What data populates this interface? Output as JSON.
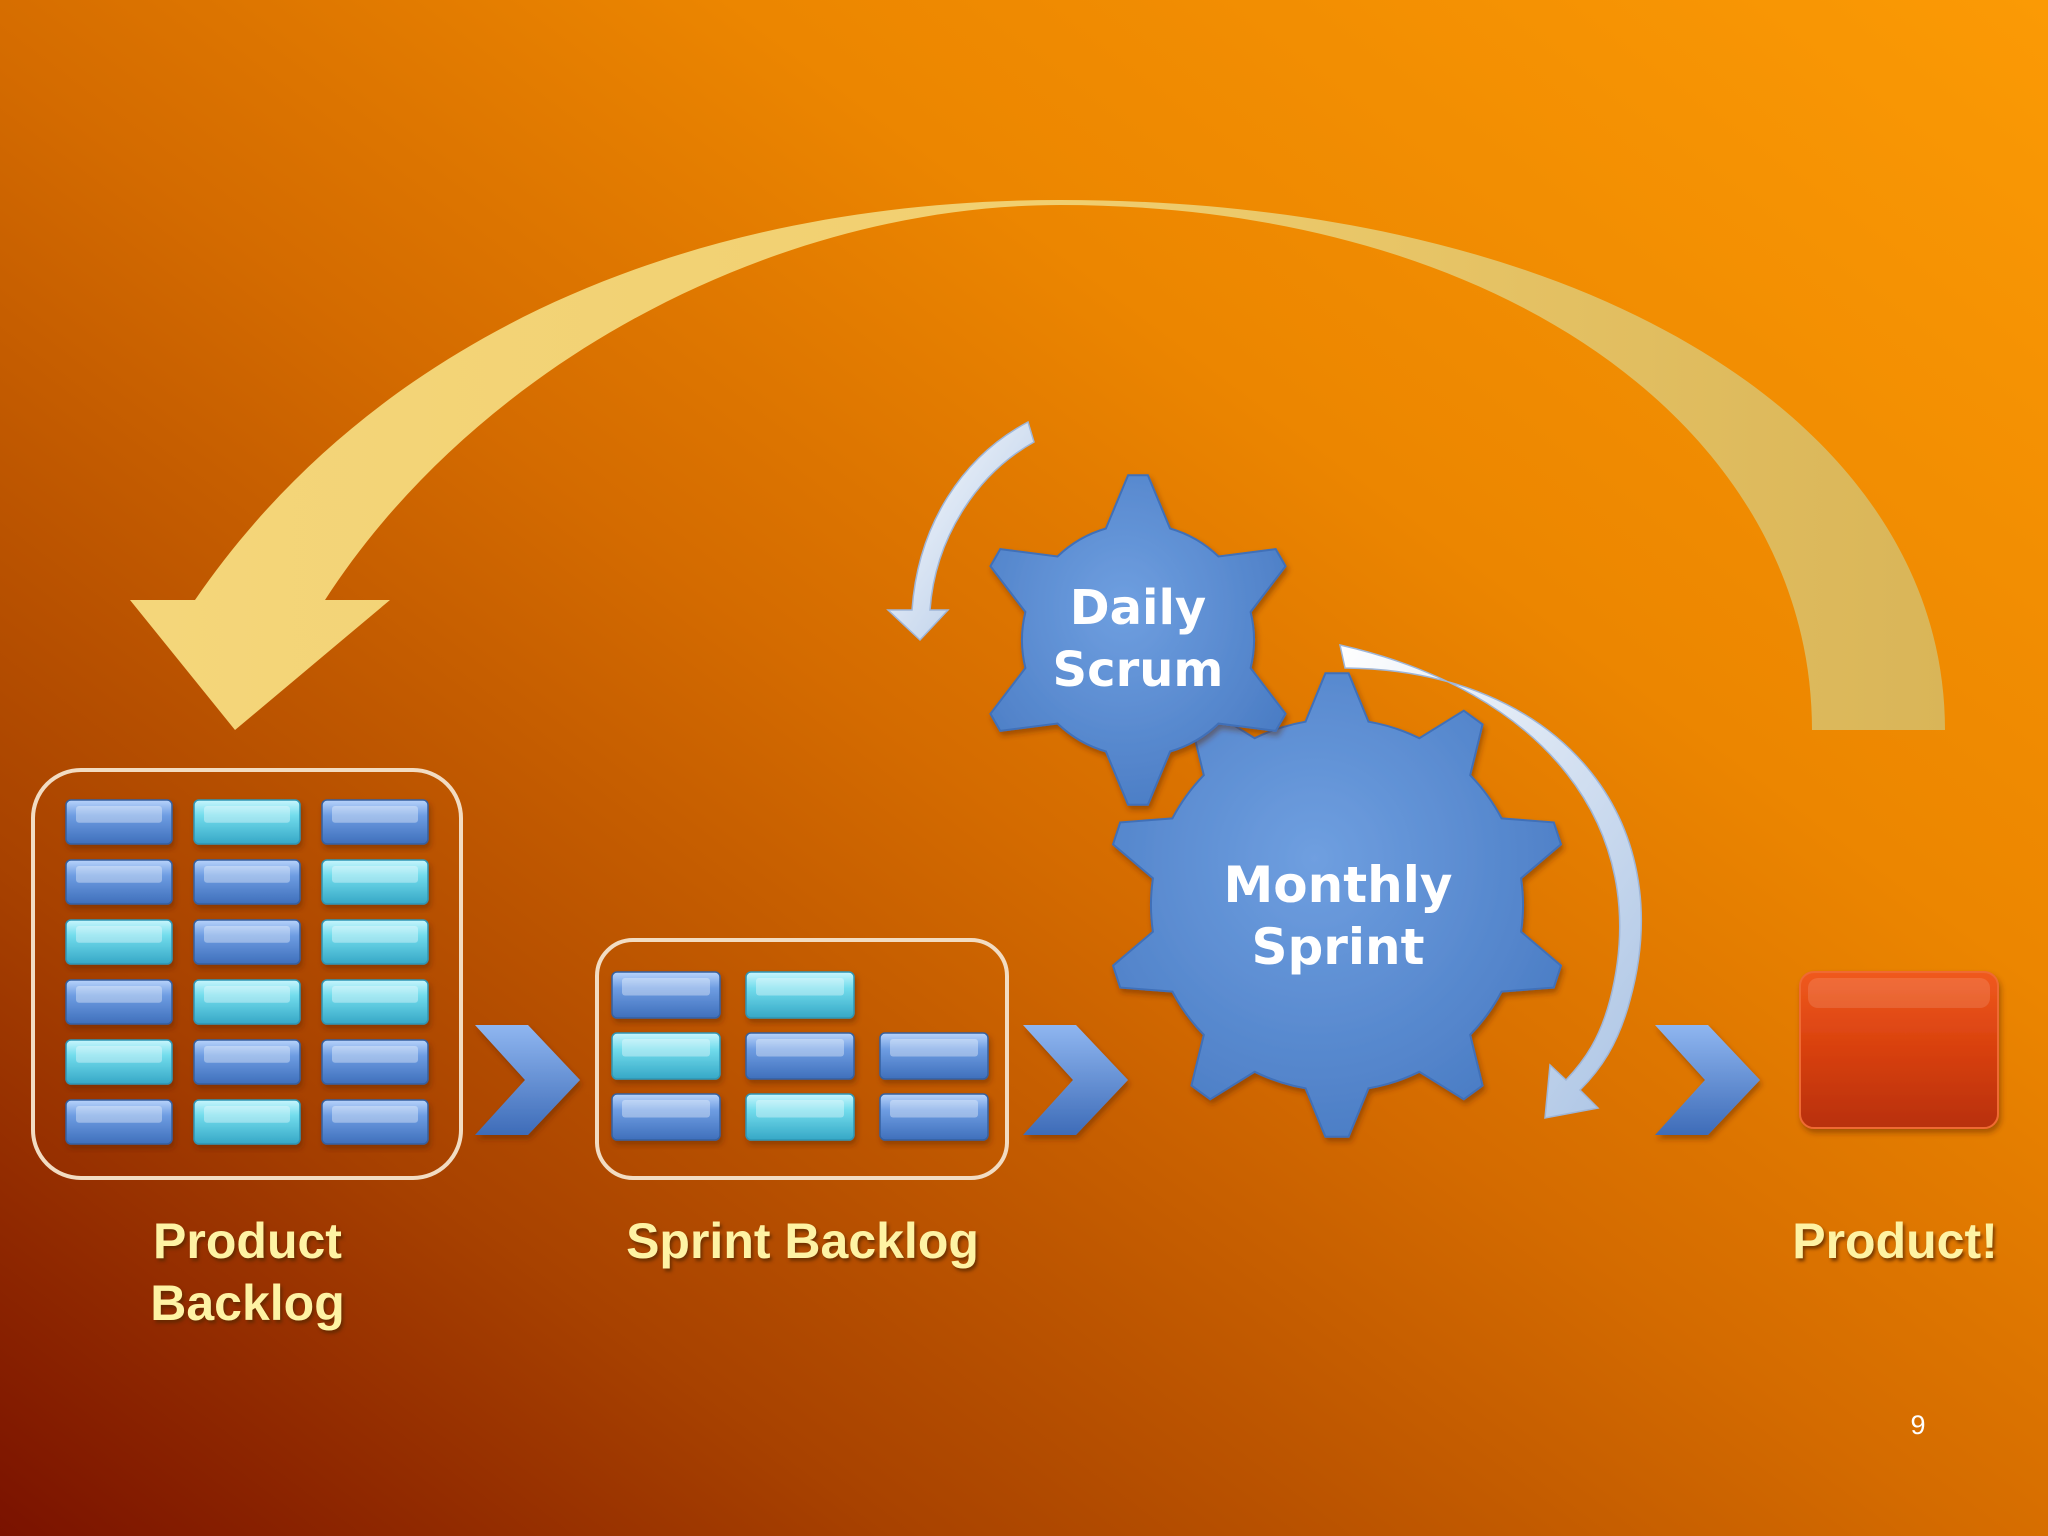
{
  "labels": {
    "product_backlog_line1": "Product",
    "product_backlog_line2": "Backlog",
    "sprint_backlog": "Sprint Backlog",
    "product": "Product!"
  },
  "gears": {
    "daily_line1": "Daily",
    "daily_line2": "Scrum",
    "sprint_line1": "Monthly",
    "sprint_line2": "Sprint"
  },
  "page_number": "9",
  "colors": {
    "background_top_right": "#fb9a05",
    "background_bottom_left": "#7a1200",
    "label_text": "#fef3a4",
    "feedback_arrow": "#f3d278",
    "gear": "#5b8ed3",
    "item_blue": "#5a8ad4",
    "item_cyan": "#5fd3e6",
    "product_box": "#d8400e"
  },
  "product_backlog_items": [
    [
      "blue",
      "cyan",
      "blue"
    ],
    [
      "blue",
      "blue",
      "cyan"
    ],
    [
      "cyan",
      "blue",
      "cyan"
    ],
    [
      "blue",
      "cyan",
      "cyan"
    ],
    [
      "cyan",
      "blue",
      "blue"
    ],
    [
      "blue",
      "cyan",
      "blue"
    ]
  ],
  "sprint_backlog_items": [
    [
      "blue",
      "cyan",
      null
    ],
    [
      "cyan",
      "blue",
      "blue"
    ],
    [
      "blue",
      "cyan",
      "blue"
    ]
  ]
}
